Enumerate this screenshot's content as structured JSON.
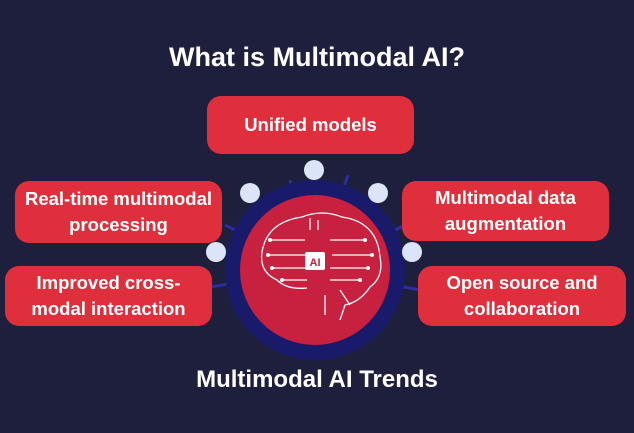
{
  "title": "What is Multimodal AI?",
  "subtitle": "Multimodal AI Trends",
  "center_label": "AI",
  "trends": [
    {
      "line1": "Unified models",
      "line2": ""
    },
    {
      "line1": "Real-time multimodal",
      "line2": "processing"
    },
    {
      "line1": "Improved cross-",
      "line2": "modal interaction"
    },
    {
      "line1": "Multimodal data",
      "line2": "augmentation"
    },
    {
      "line1": "Open source and",
      "line2": "collaboration"
    }
  ],
  "colors": {
    "background": "#1d1f3d",
    "box": "#df2f3d",
    "circle": "#c8203f",
    "dot": "#dbe4f8"
  }
}
